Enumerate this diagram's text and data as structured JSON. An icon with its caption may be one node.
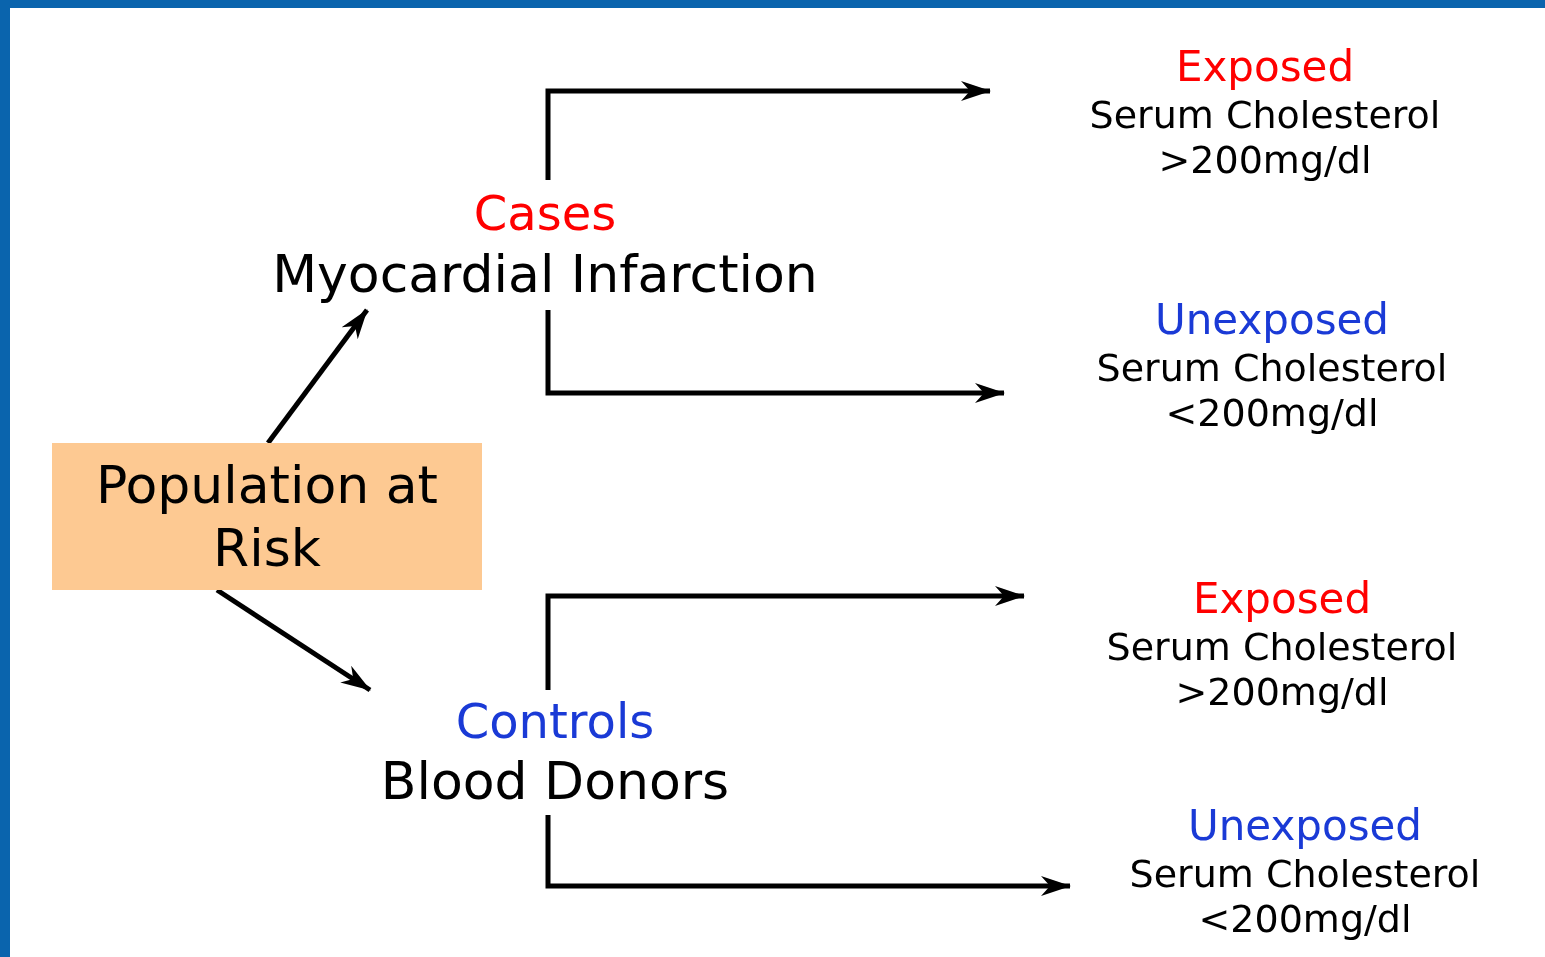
{
  "diagram": {
    "nodes": [
      {
        "text": [
          "Population at Risk"
        ]
      },
      {
        "text": [
          "Cases",
          "Myocardial Infarction"
        ]
      },
      {
        "text": [
          "Controls",
          "Blood Donors"
        ]
      },
      {
        "text": [
          "Exposed",
          "Serum Cholesterol >200mg/dl"
        ]
      },
      {
        "text": [
          "Unexposed",
          "Serum Cholesterol <200mg/dl"
        ]
      },
      {
        "text": [
          "Exposed",
          "Serum Cholesterol >200mg/dl"
        ]
      },
      {
        "text": [
          "Unexposed",
          "Serum Cholesterol <200mg/dl"
        ]
      }
    ],
    "edges": [
      {
        "from": 0,
        "to": 1,
        "arrow": "to"
      },
      {
        "from": 0,
        "to": 2,
        "arrow": "to"
      },
      {
        "from": 1,
        "to": 3,
        "arrow": "to"
      },
      {
        "from": 1,
        "to": 4,
        "arrow": "to"
      },
      {
        "from": 2,
        "to": 5,
        "arrow": "to"
      },
      {
        "from": 2,
        "to": 6,
        "arrow": "to"
      }
    ]
  }
}
